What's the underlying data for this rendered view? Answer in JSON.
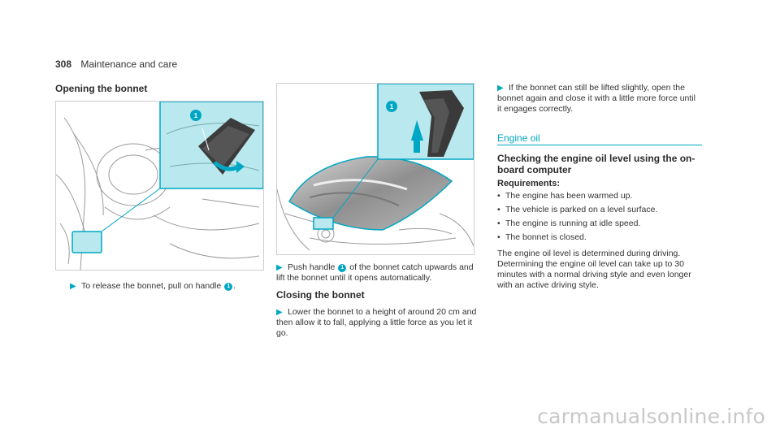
{
  "header": {
    "page_number": "308",
    "section": "Maintenance and care"
  },
  "opening": {
    "title": "Opening the bonnet",
    "callout": "1",
    "step_prefix": "To release the bonnet, pull on handle",
    "step_suffix": "."
  },
  "middle": {
    "callout": "1",
    "step_prefix": "Push handle",
    "step_suffix": "of the bonnet catch upwards and lift the bonnet until it opens automatically.",
    "closing_title": "Closing the bonnet",
    "closing_step": "Lower the bonnet to a height of around 20 cm and then allow it to fall, applying a little force as you let it go."
  },
  "right": {
    "step": "If the bonnet can still be lifted slightly, open the bonnet again and close it with a little more force until it engages correctly.",
    "section_title": "Engine oil",
    "subtitle": "Checking the engine oil level using the on-board computer",
    "requirements_label": "Requirements:",
    "requirements": [
      "The engine has been warmed up.",
      "The vehicle is parked on a level surface.",
      "The engine is running at idle speed.",
      "The bonnet is closed."
    ],
    "paragraph": "The engine oil level is determined during driving. Determining the engine oil level can take up to 30 minutes with a normal driving style and even longer with an active driving style."
  },
  "watermark": "carmanualsonline.info",
  "colors": {
    "accent": "#00a7c4",
    "highlight": "#b9e8ee"
  },
  "icons": [
    "arrow-right-icon",
    "callout-1-icon"
  ]
}
